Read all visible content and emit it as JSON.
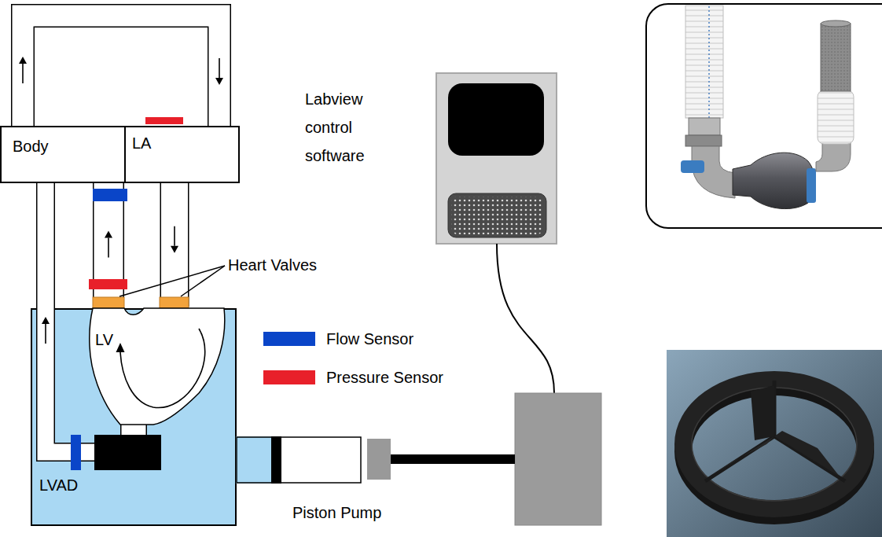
{
  "diagram": {
    "nodes": [
      {
        "text": [
          "Body"
        ]
      },
      {
        "text": [
          "LA"
        ]
      },
      {
        "text": [
          "LV"
        ]
      },
      {
        "text": [
          "LVAD"
        ]
      },
      {
        "text": [
          "Piston Pump"
        ]
      }
    ],
    "edges": [
      {
        "from": 0,
        "to": 1,
        "arrow": "to"
      },
      {
        "from": 2,
        "to": 0,
        "arrow": "to"
      },
      {
        "from": 1,
        "to": 2,
        "arrow": "to"
      },
      {
        "from": 3,
        "to": 0,
        "arrow": "to"
      },
      {
        "from": 2,
        "to": 3,
        "arrow": "none"
      }
    ],
    "labels": [
      "Heart Valves",
      "Labview control software"
    ],
    "legend": [
      {
        "text": "Flow Sensor",
        "color": "#0a45c8"
      },
      {
        "text": "Pressure Sensor",
        "color": "#e8202a"
      }
    ]
  }
}
